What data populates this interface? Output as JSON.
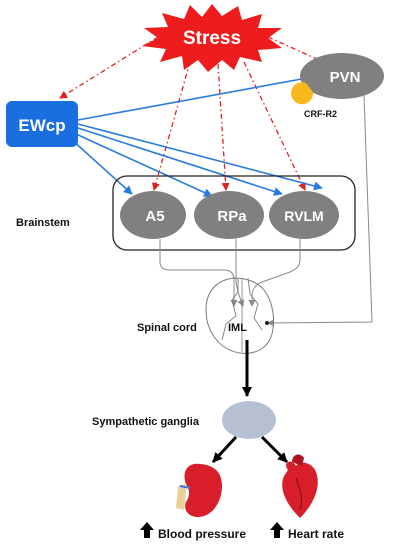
{
  "nodes": {
    "stress": "Stress",
    "pvn": "PVN",
    "crf_r2": "CRF-R2",
    "ewcp": "EWcp",
    "brainstem": "Brainstem",
    "a5": "A5",
    "rpa": "RPa",
    "rvlm": "RVLM",
    "spinal_cord": "Spinal cord",
    "iml": "IML",
    "sympathetic_ganglia": "Sympathetic ganglia"
  },
  "outputs": {
    "blood_pressure": "Blood pressure",
    "heart_rate": "Heart rate"
  },
  "colors": {
    "stress_fill": "#ee1c1c",
    "stress_text": "#ffffff",
    "stress_arrows": "#e02020",
    "ewcp_fill": "#1a6fe0",
    "ewcp_arrows": "#2a7be0",
    "nucleus_fill": "#808080",
    "nucleus_text": "#ffffff",
    "receptor": "#f6b81c",
    "ganglia_fill": "#b6c0d2",
    "organ_red": "#d81e2a",
    "black_arrow": "#000000",
    "grey_line": "#8a8a8a"
  },
  "icons": {
    "kidney": "kidney-icon",
    "heart": "heart-icon",
    "up_arrow": "up-arrow-icon"
  }
}
